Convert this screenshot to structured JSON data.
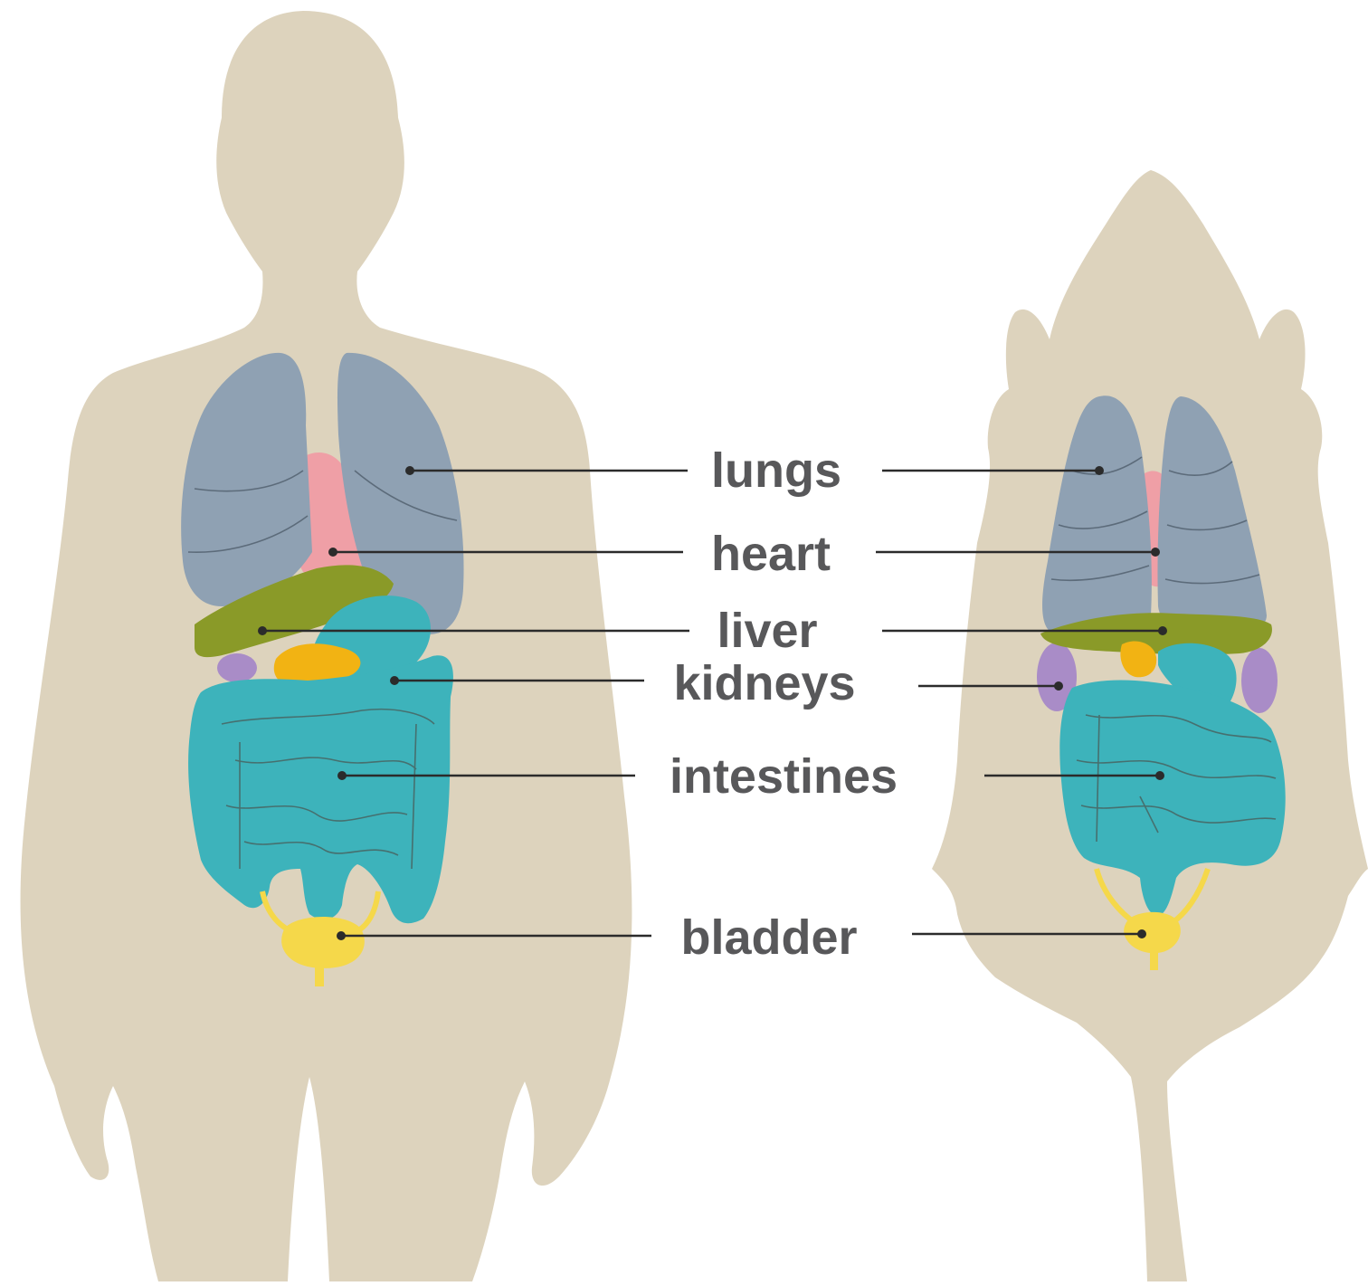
{
  "colors": {
    "silhouette": "#ddd3bd",
    "lungs": "#8fa1b3",
    "heart": "#ef9fa6",
    "liver": "#8a9a28",
    "kidneys": "#a98cc7",
    "intestines": "#3db3bb",
    "bladder": "#f5d84a",
    "gallbladder": "#f2b313",
    "label_text": "#58585a"
  },
  "figures": [
    "human-silhouette",
    "rat-silhouette"
  ],
  "labels": {
    "lungs": "lungs",
    "heart": "heart",
    "liver": "liver",
    "kidneys": "kidneys",
    "intestines": "intestines",
    "bladder": "bladder"
  }
}
